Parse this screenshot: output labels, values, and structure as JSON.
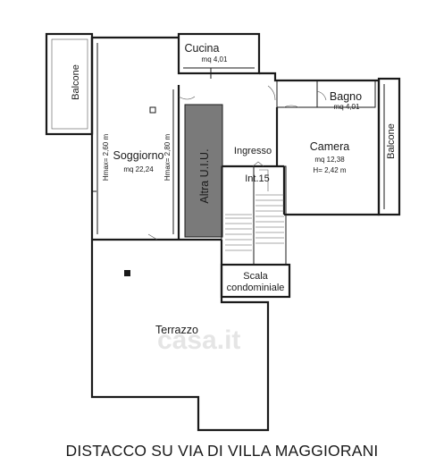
{
  "caption": "DISTACCO SU VIA DI VILLA MAGGIORANI",
  "watermark": "casa.it",
  "rooms": {
    "cucina": {
      "name": "Cucina",
      "area": "mq 4,01"
    },
    "bagno": {
      "name": "Bagno",
      "area": "mq 4,01"
    },
    "soggiorno": {
      "name": "Soggiorno",
      "area": "mq 22,24"
    },
    "camera": {
      "name": "Camera",
      "area": "mq 12,38",
      "height": "H= 2,42 m"
    },
    "ingresso": {
      "name": "Ingresso"
    },
    "altra": {
      "name": "Altra U.I.U."
    },
    "interno": {
      "name": "Int.15"
    },
    "scala_line1": {
      "name": "Scala"
    },
    "scala_line2": {
      "name": "condominiale"
    },
    "terrazzo": {
      "name": "Terrazzo"
    },
    "balcone_left": {
      "name": "Balcone"
    },
    "balcone_right": {
      "name": "Balcone"
    }
  },
  "heights": {
    "hmax_left": "Hmax= 2,60 m",
    "hmax_right": "Hmax= 2,80 m"
  },
  "colors": {
    "shaded": "#7a7a7a",
    "line": "#1a1a1a"
  }
}
